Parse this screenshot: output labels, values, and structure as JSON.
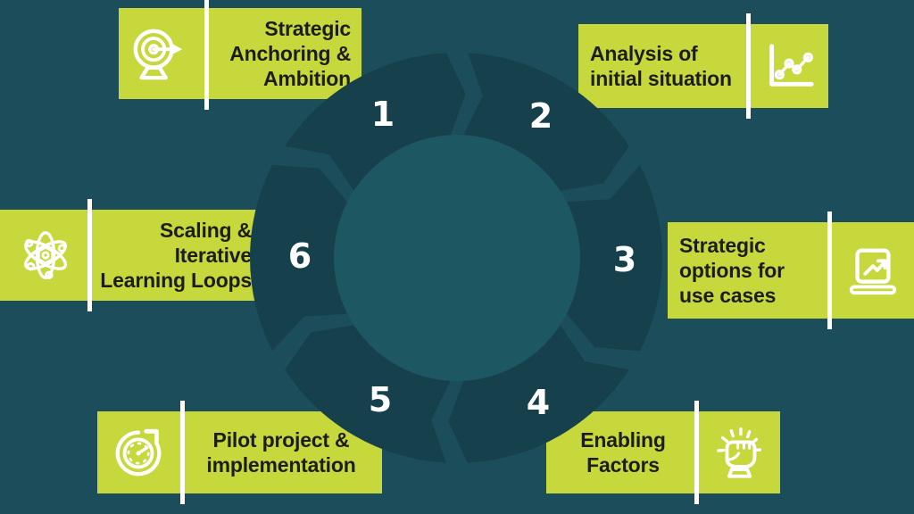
{
  "diagram": {
    "type": "circular-process-cycle",
    "step_count": 6,
    "flow_direction": "clockwise"
  },
  "steps": [
    {
      "number": "1",
      "label": "Strategic Anchoring & Ambition",
      "lines": [
        "Strategic",
        "Anchoring &",
        "Ambition"
      ],
      "icon": "target-dart-icon",
      "position": "top-left"
    },
    {
      "number": "2",
      "label": "Analysis of initial situation",
      "lines": [
        "Analysis of",
        "initial situation"
      ],
      "icon": "line-chart-icon",
      "position": "top-right"
    },
    {
      "number": "3",
      "label": "Strategic options for use cases",
      "lines": [
        "Strategic",
        "options for",
        "use cases"
      ],
      "icon": "laptop-growth-icon",
      "position": "right"
    },
    {
      "number": "4",
      "label": "Enabling Factors",
      "lines": [
        "Enabling",
        "Factors"
      ],
      "icon": "raised-fist-icon",
      "position": "bottom-right"
    },
    {
      "number": "5",
      "label": "Pilot project & implementation",
      "lines": [
        "Pilot project &",
        "implementation"
      ],
      "icon": "stopwatch-icon",
      "position": "bottom-left"
    },
    {
      "number": "6",
      "label": "Scaling & Iterative Learning Loops",
      "lines": [
        "Scaling &",
        "Iterative",
        "Learning Loops"
      ],
      "icon": "atom-icon",
      "position": "left"
    }
  ],
  "colors": {
    "background": "#1B4E5A",
    "ring_segment": "#16414C",
    "inner_disc": "#1D5761",
    "card_accent": "#C6D83C",
    "card_text": "#1D1D1B",
    "divider_and_icons": "#FFFFFF",
    "number_text": "#FFFFFF"
  }
}
